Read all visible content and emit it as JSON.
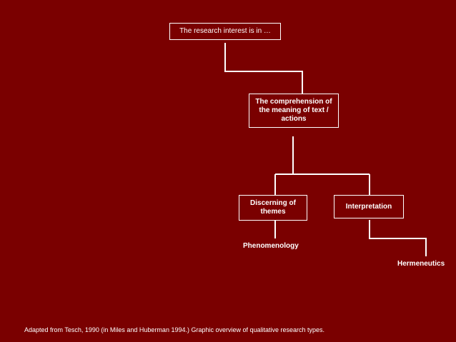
{
  "diagram": {
    "root": "The research interest is in …",
    "comprehension": "The comprehension of the meaning of text / actions",
    "discerning": "Discerning of themes",
    "interpretation": "Interpretation",
    "phenomenology": "Phenomenology",
    "hermeneutics": "Hermeneutics"
  },
  "caption": "Adapted from Tesch, 1990 (in Miles and Huberman 1994.) Graphic overview of qualitative research types.",
  "colors": {
    "background": "#7a0000",
    "foreground": "#ffffff"
  }
}
